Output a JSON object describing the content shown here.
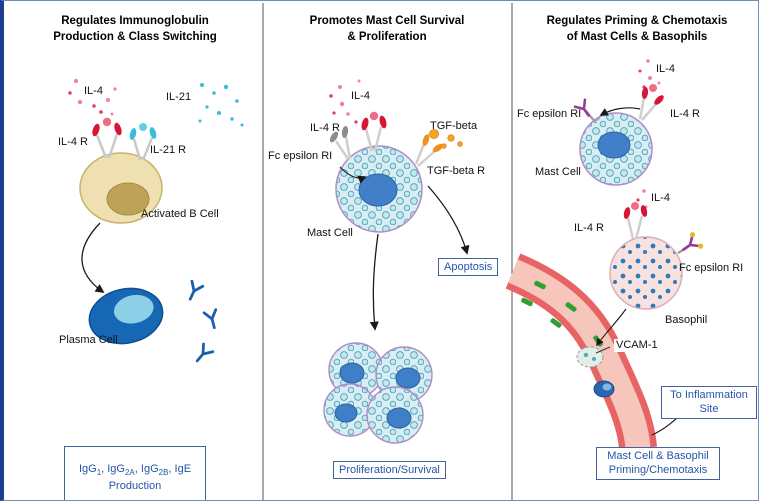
{
  "figure": {
    "panels": [
      {
        "title": "Regulates Immunoglobulin\nProduction & Class Switching",
        "labels": {
          "il4": "IL-4",
          "il21": "IL-21",
          "il4r": "IL-4 R",
          "il21r": "IL-21 R",
          "cell": "Activated B Cell",
          "plasma": "Plasma Cell"
        },
        "outcome": {
          "p1": "IgG",
          "s1": "1",
          "p2": ", IgG",
          "s2": "2A",
          "p3": ", IgG",
          "s3": "2B",
          "p4": ", IgE",
          "line2": "Production"
        }
      },
      {
        "title": "Promotes Mast Cell Survival\n& Proliferation",
        "labels": {
          "il4": "IL-4",
          "il4r": "IL-4 R",
          "tgfb": "TGF-beta",
          "fceri": "Fc epsilon RI",
          "tgfbr": "TGF-beta R",
          "cell": "Mast Cell",
          "apoptosis": "Apoptosis"
        },
        "outcome_text": "Proliferation/Survival"
      },
      {
        "title": "Regulates Priming & Chemotaxis\nof Mast Cells & Basophils",
        "labels": {
          "il4_top": "IL-4",
          "fceri_top": "Fc epsilon RI",
          "il4r_top": "IL-4 R",
          "mast": "Mast Cell",
          "il4_mid": "IL-4",
          "il4r_mid": "IL-4 R",
          "fceri_baso": "Fc epsilon RI",
          "basophil": "Basophil",
          "vcam": "VCAM-1",
          "inflammation": "To Inflammation\nSite"
        },
        "outcome_text": "Mast Cell & Basophil\nPriming/Chemotaxis"
      }
    ],
    "colors": {
      "accent_blue": "#2456a8",
      "il4_red": "#d81535",
      "il21_cyan": "#38bcd8",
      "tgf_orange": "#f09020",
      "vcam_green": "#2fa02f",
      "vessel_red": "#e86464"
    }
  }
}
